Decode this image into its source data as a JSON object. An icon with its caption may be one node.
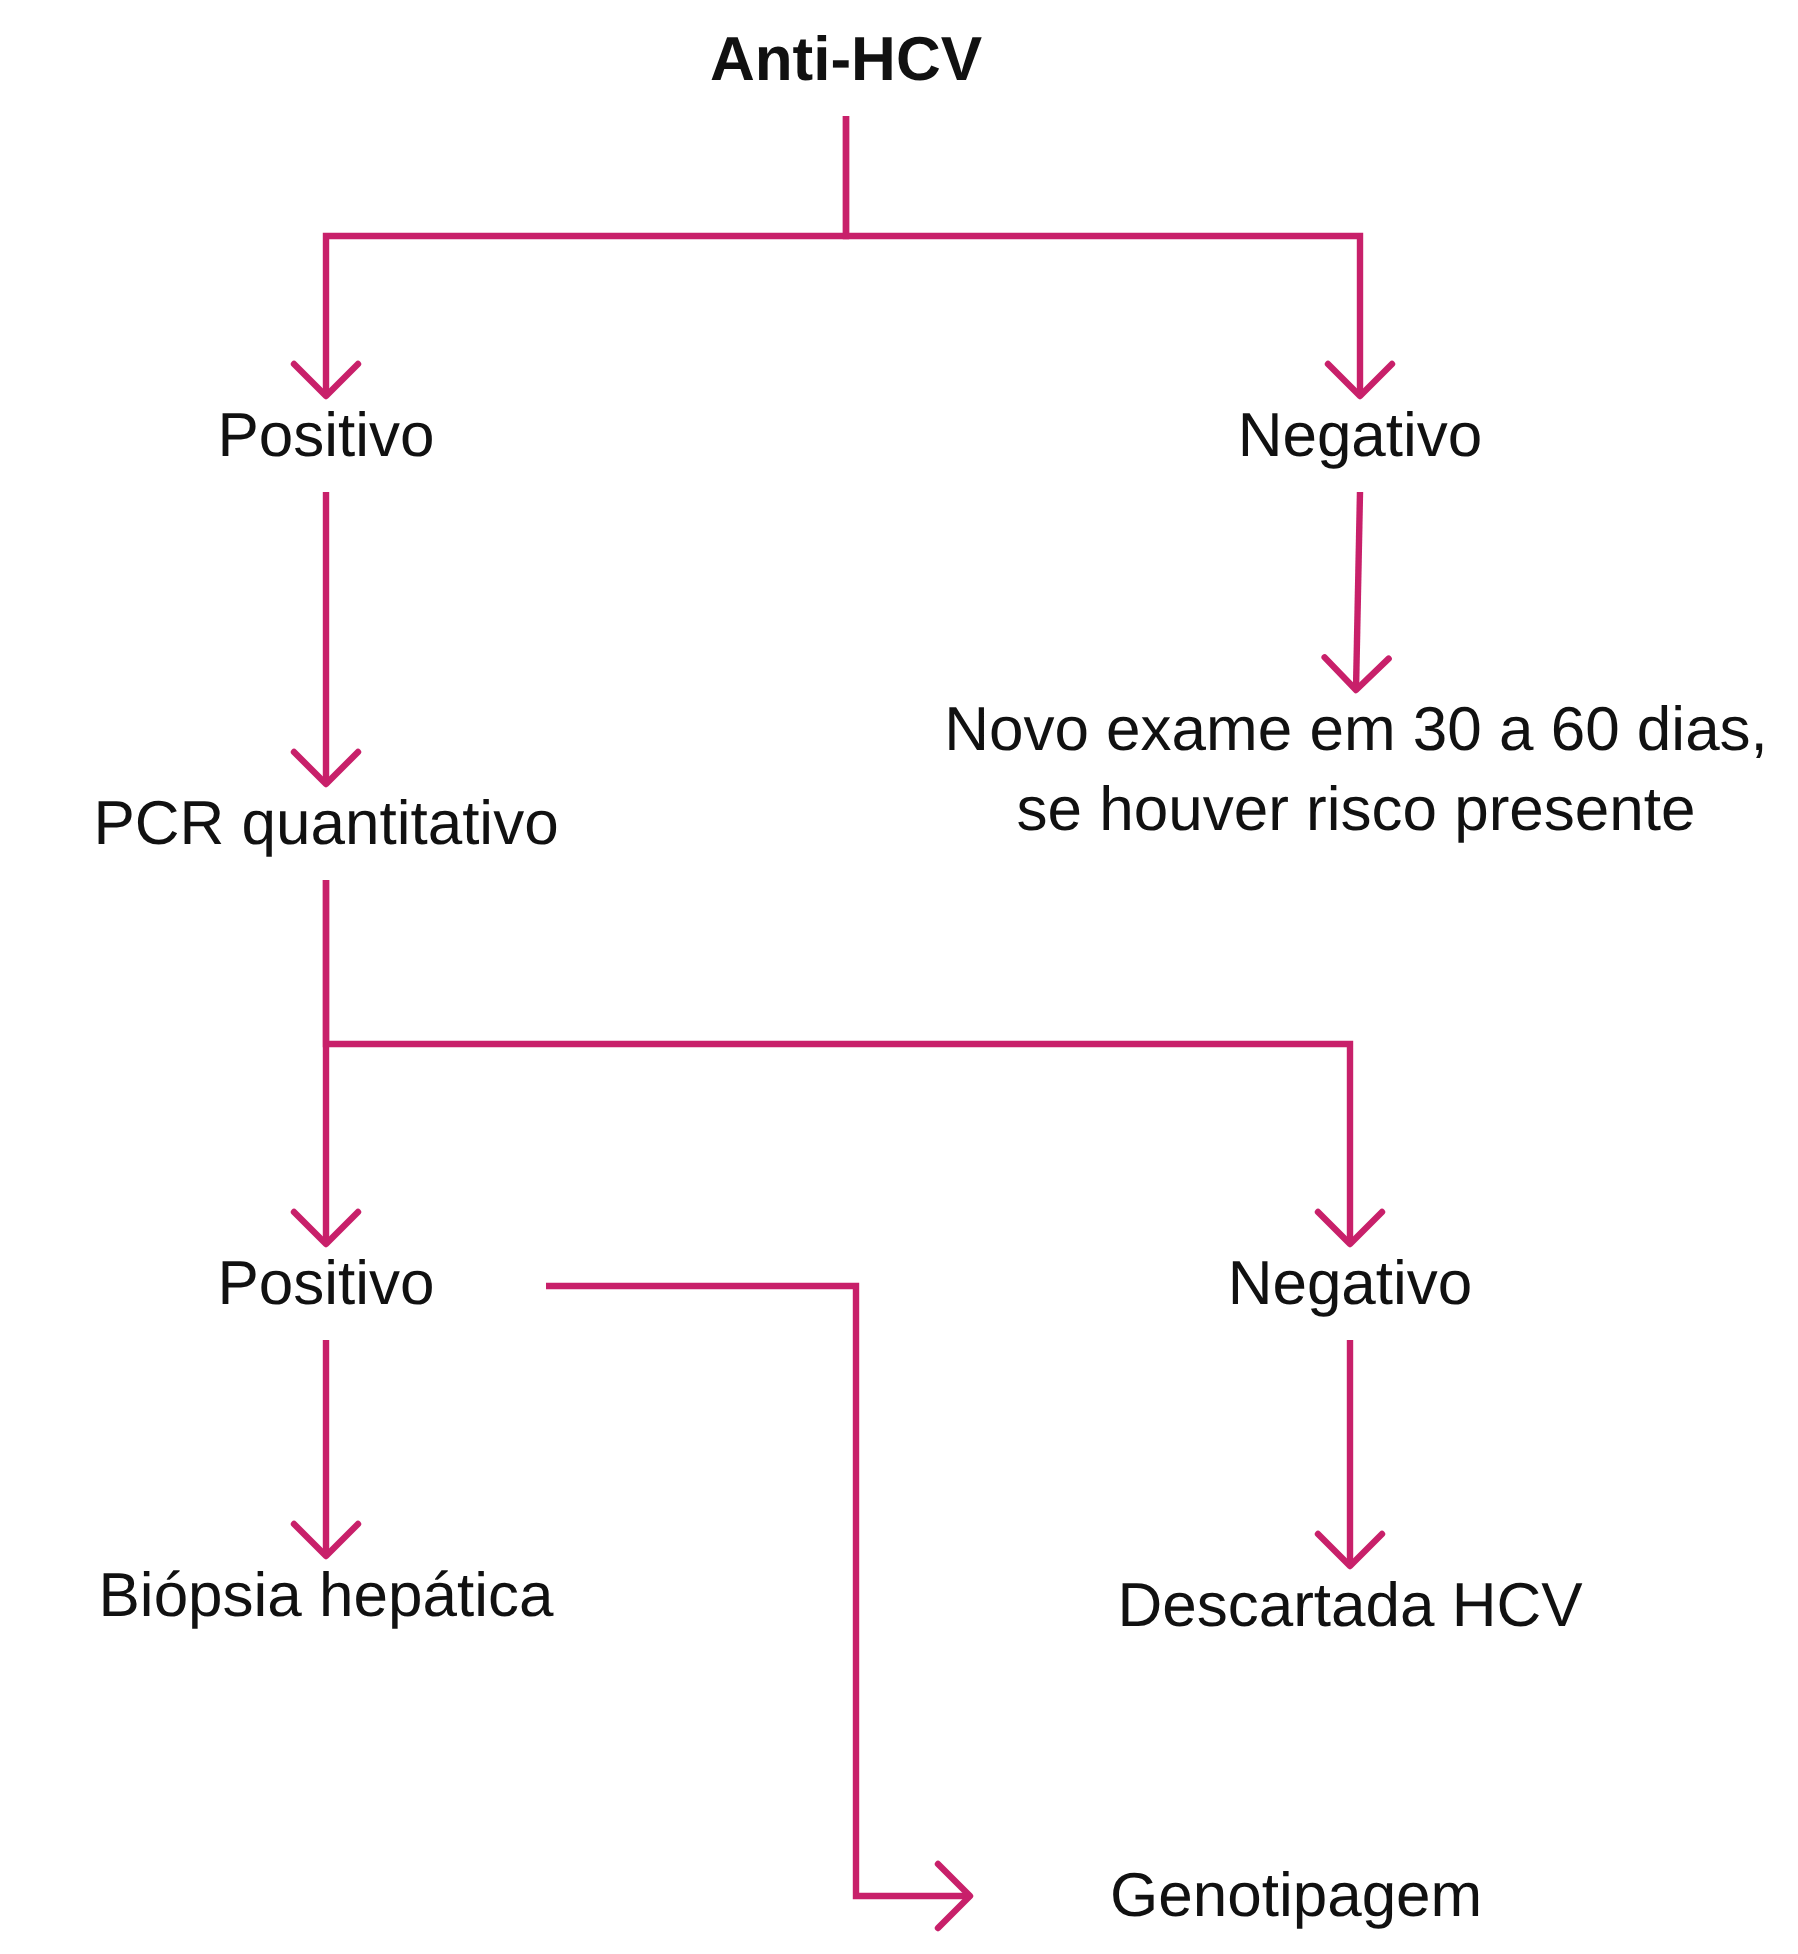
{
  "diagram": {
    "nodes": [
      {
        "text": [
          "Anti-HCV"
        ]
      },
      {
        "text": [
          "Positivo"
        ]
      },
      {
        "text": [
          "Negativo"
        ]
      },
      {
        "text": [
          "PCR quantitativo"
        ]
      },
      {
        "text": [
          "Novo exame em 30 a 60 dias, se houver risco presente"
        ]
      },
      {
        "text": [
          "Positivo"
        ]
      },
      {
        "text": [
          "Negativo"
        ]
      },
      {
        "text": [
          "Biópsia hepática"
        ]
      },
      {
        "text": [
          "Descartada HCV"
        ]
      },
      {
        "text": [
          "Genotipagem"
        ]
      }
    ],
    "edges": [
      {
        "from": 0,
        "to": 1,
        "arrow": "to"
      },
      {
        "from": 0,
        "to": 2,
        "arrow": "to"
      },
      {
        "from": 1,
        "to": 3,
        "arrow": "to"
      },
      {
        "from": 2,
        "to": 4,
        "arrow": "to"
      },
      {
        "from": 3,
        "to": 5,
        "arrow": "to"
      },
      {
        "from": 3,
        "to": 6,
        "arrow": "to"
      },
      {
        "from": 5,
        "to": 7,
        "arrow": "to"
      },
      {
        "from": 6,
        "to": 8,
        "arrow": "to"
      },
      {
        "from": 5,
        "to": 9,
        "arrow": "to"
      }
    ]
  }
}
